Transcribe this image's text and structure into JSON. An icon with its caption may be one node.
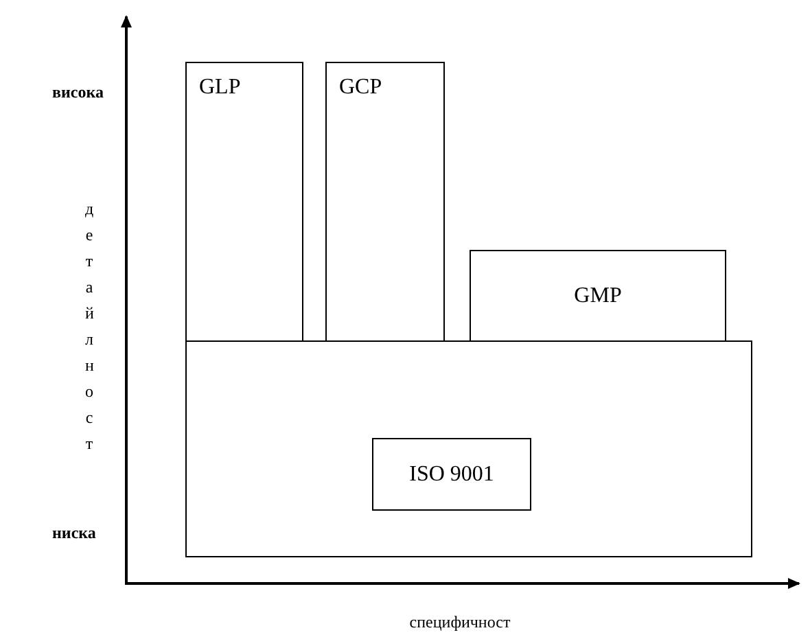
{
  "diagram": {
    "nodes": [
      {
        "text": [
          "GLP"
        ]
      },
      {
        "text": [
          "GCP"
        ]
      },
      {
        "text": [
          "GMP"
        ]
      },
      {
        "text": [],
        "shape": "box"
      },
      {
        "text": [
          "ISO 9001"
        ],
        "in": 3
      }
    ],
    "edges": [],
    "labels": [
      "висока",
      "детайлност",
      "ниска",
      "специфичност"
    ]
  }
}
